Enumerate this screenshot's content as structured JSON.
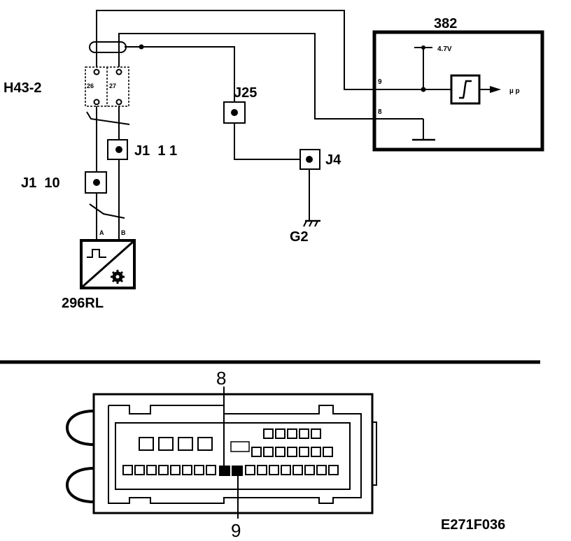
{
  "components": {
    "ecu": {
      "label": "382",
      "pin9": "9",
      "pin8": "8",
      "supply": "4.7V",
      "output": "µ p"
    },
    "connector_h43": {
      "label": "H43-2",
      "pin_left": "26",
      "pin_right": "27"
    },
    "splice_j25": {
      "label": "J25"
    },
    "splice_j4": {
      "label": "J4"
    },
    "ground_g2": {
      "label": "G2"
    },
    "splice_j1_11": {
      "label": "J1  1 1"
    },
    "splice_j1_10": {
      "label": "J1  10"
    },
    "sensor": {
      "label": "296RL",
      "pin_a": "A",
      "pin_b": "B"
    }
  },
  "connector_view": {
    "pin_top": "8",
    "pin_bottom": "9"
  },
  "figure_id": "E271F036"
}
